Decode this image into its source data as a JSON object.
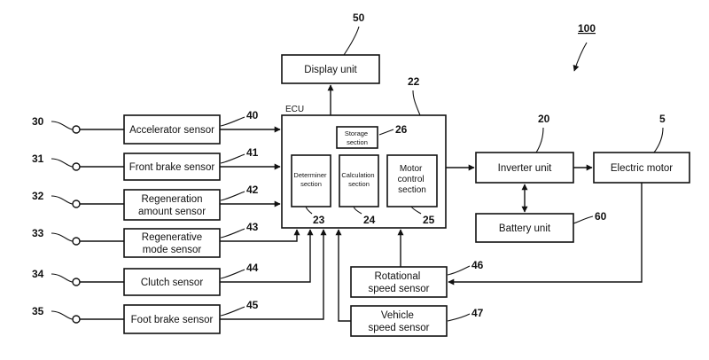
{
  "figure_ref": "100",
  "ecu": {
    "label": "ECU",
    "ref": "22"
  },
  "display": {
    "label": "Display unit",
    "ref": "50"
  },
  "inverter": {
    "label": "Inverter unit",
    "ref": "20"
  },
  "motor": {
    "label": "Electric motor",
    "ref": "5"
  },
  "battery": {
    "label": "Battery unit",
    "ref": "60"
  },
  "storage": {
    "label_lines": [
      "Storage",
      "section"
    ],
    "ref": "26"
  },
  "determiner": {
    "label_lines": [
      "Determiner",
      "section"
    ],
    "ref": "23"
  },
  "calculation": {
    "label_lines": [
      "Calculation",
      "section"
    ],
    "ref": "24"
  },
  "motor_control": {
    "label_lines": [
      "Motor",
      "control",
      "section"
    ],
    "ref": "25"
  },
  "rotational": {
    "label_lines": [
      "Rotational",
      "speed sensor"
    ],
    "ref": "46"
  },
  "vehicle_speed": {
    "label_lines": [
      "Vehicle",
      "speed sensor"
    ],
    "ref": "47"
  },
  "sensors": [
    {
      "terminal": "30",
      "label_lines": [
        "Accelerator sensor"
      ],
      "ref": "40"
    },
    {
      "terminal": "31",
      "label_lines": [
        "Front brake sensor"
      ],
      "ref": "41"
    },
    {
      "terminal": "32",
      "label_lines": [
        "Regeneration",
        "amount sensor"
      ],
      "ref": "42"
    },
    {
      "terminal": "33",
      "label_lines": [
        "Regenerative",
        "mode sensor"
      ],
      "ref": "43"
    },
    {
      "terminal": "34",
      "label_lines": [
        "Clutch sensor"
      ],
      "ref": "44"
    },
    {
      "terminal": "35",
      "label_lines": [
        "Foot brake sensor"
      ],
      "ref": "45"
    }
  ]
}
